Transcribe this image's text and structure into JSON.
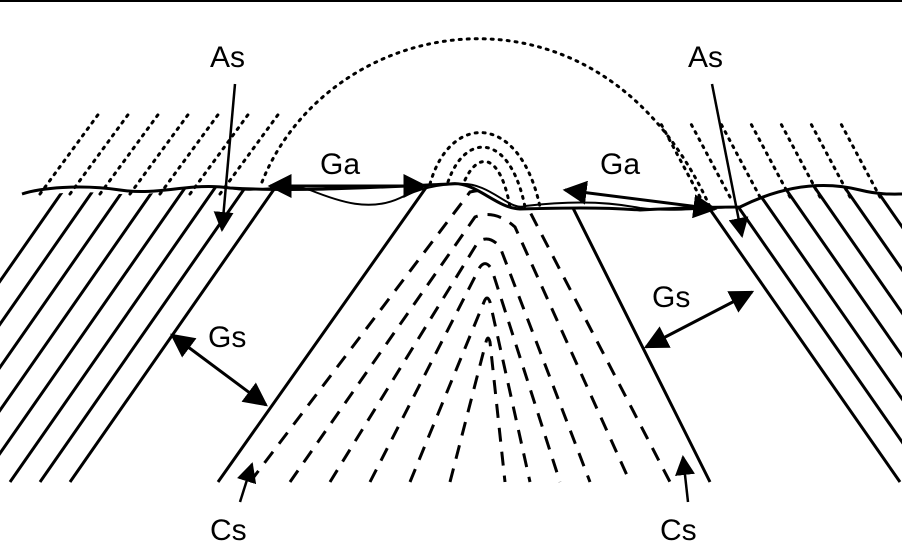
{
  "labels": {
    "as_left": "As",
    "as_right": "As",
    "ga_left": "Ga",
    "ga_right": "Ga",
    "gs_left": "Gs",
    "gs_right": "Gs",
    "cs_left": "Cs",
    "cs_right": "Cs"
  },
  "colors": {
    "ink": "#000000",
    "background": "#ffffff"
  }
}
